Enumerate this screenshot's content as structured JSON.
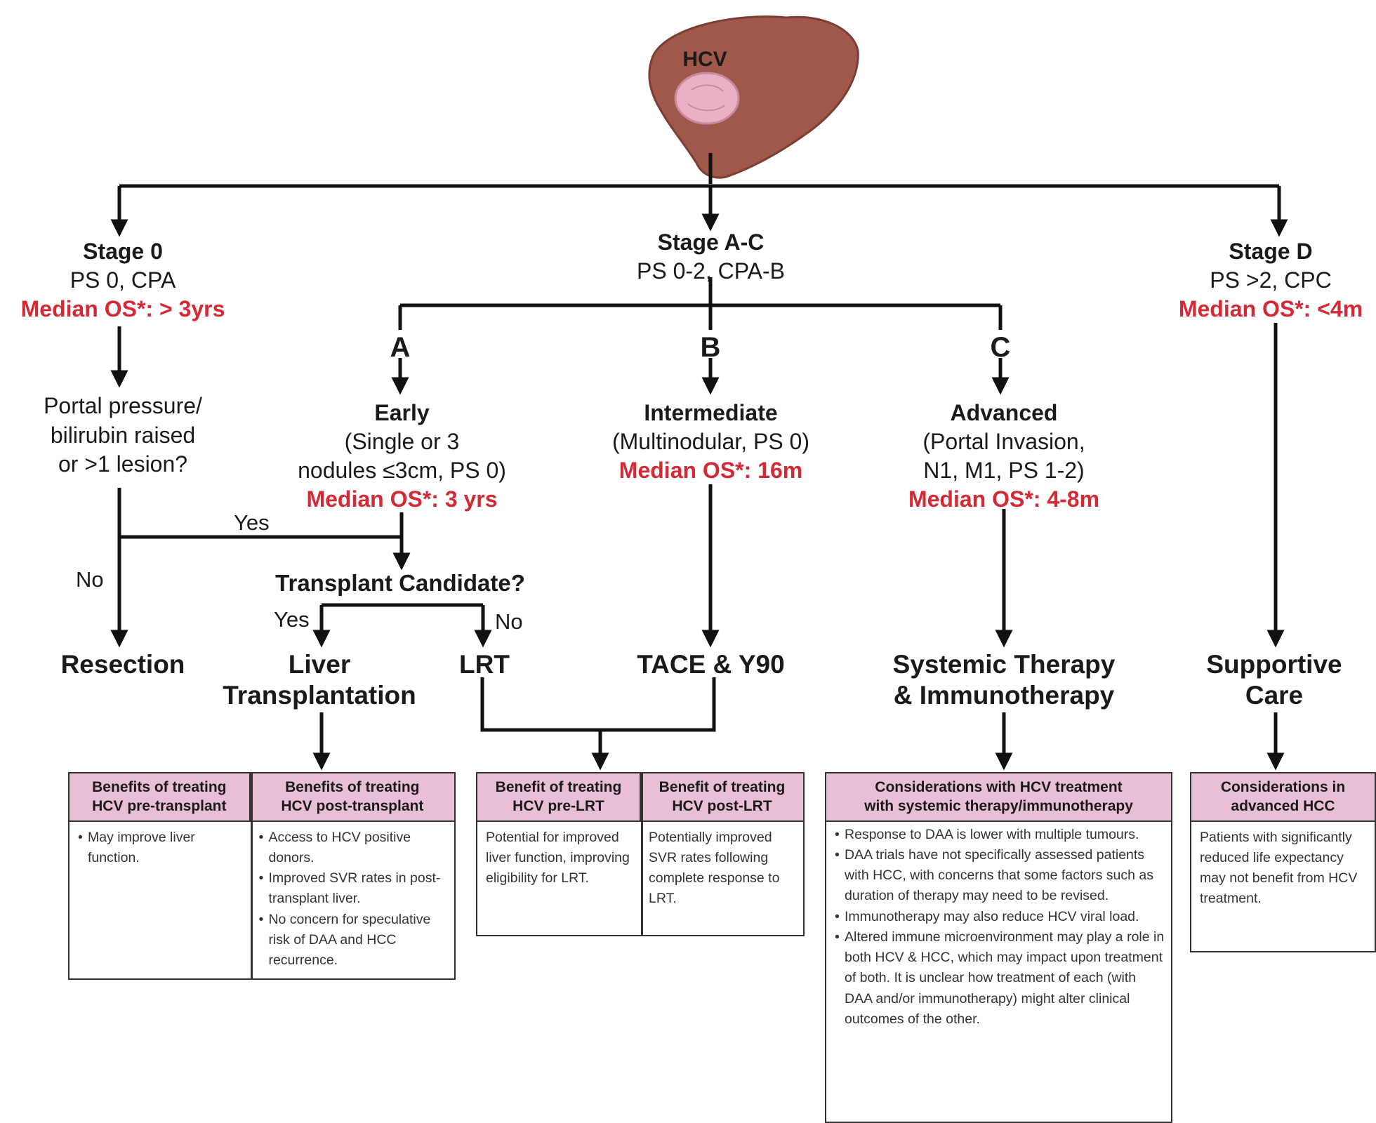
{
  "top": {
    "liver_label": "HCV"
  },
  "stage0": {
    "title": "Stage 0",
    "sub": "PS 0, CPA",
    "os": "Median OS*: > 3yrs",
    "question": [
      "Portal pressure/",
      "bilirubin raised",
      "or >1 lesion?"
    ],
    "yes": "Yes",
    "no": "No",
    "outcome": "Resection"
  },
  "stageAC": {
    "title": "Stage A-C",
    "sub": "PS 0-2, CPA-B"
  },
  "stageD": {
    "title": "Stage D",
    "sub": "PS >2, CPC",
    "os": "Median OS*: <4m",
    "outcome": [
      "Supportive",
      "Care"
    ]
  },
  "A": {
    "letter": "A",
    "title": "Early",
    "desc": [
      "(Single or 3",
      "nodules ≤3cm, PS 0)"
    ],
    "os": "Median OS*: 3 yrs",
    "question": "Transplant Candidate?",
    "yes": "Yes",
    "no": "No",
    "outcome_lt": [
      "Liver",
      "Transplantation"
    ],
    "outcome_lrt": "LRT"
  },
  "B": {
    "letter": "B",
    "title": "Intermediate",
    "desc": [
      "(Multinodular, PS 0)"
    ],
    "os": "Median OS*: 16m",
    "outcome": "TACE & Y90"
  },
  "C": {
    "letter": "C",
    "title": "Advanced",
    "desc": [
      "(Portal Invasion,",
      "N1, M1, PS 1-2)"
    ],
    "os": "Median OS*: 4-8m",
    "outcome": [
      "Systemic Therapy",
      "& Immunotherapy"
    ]
  },
  "box_transplant": {
    "h1": [
      "Benefits of treating",
      "HCV pre-transplant"
    ],
    "h2": [
      "Benefits of treating",
      "HCV post-transplant"
    ],
    "c1": [
      "May improve liver function."
    ],
    "c2": [
      "Access to HCV positive donors.",
      "Improved SVR rates in post-transplant liver.",
      "No concern for speculative risk of DAA and HCC recurrence."
    ]
  },
  "box_lrt": {
    "h1": [
      "Benefit of treating",
      "HCV pre-LRT"
    ],
    "h2": [
      "Benefit of treating",
      "HCV post-LRT"
    ],
    "c1": "Potential for improved liver function, improving eligibility for LRT.",
    "c2": "Potentially improved SVR rates following complete response to LRT."
  },
  "box_systemic": {
    "h1": [
      "Considerations with HCV treatment",
      "with systemic therapy/immunotherapy"
    ],
    "items": [
      "Response to DAA is lower with multiple tumours.",
      "DAA trials have not specifically assessed patients with HCC, with concerns that some factors such as duration of therapy may need to be revised.",
      "Immunotherapy may also reduce HCV viral load.",
      "Altered immune microenvironment may play a role in both HCV & HCC, which may impact upon treatment of both. It is unclear how treatment of each (with DAA and/or immunotherapy) might alter clinical outcomes of the other."
    ]
  },
  "box_advanced": {
    "h1": [
      "Considerations in",
      "advanced HCC"
    ],
    "c1": "Patients with significantly reduced life expectancy may not benefit from HCV treatment."
  }
}
